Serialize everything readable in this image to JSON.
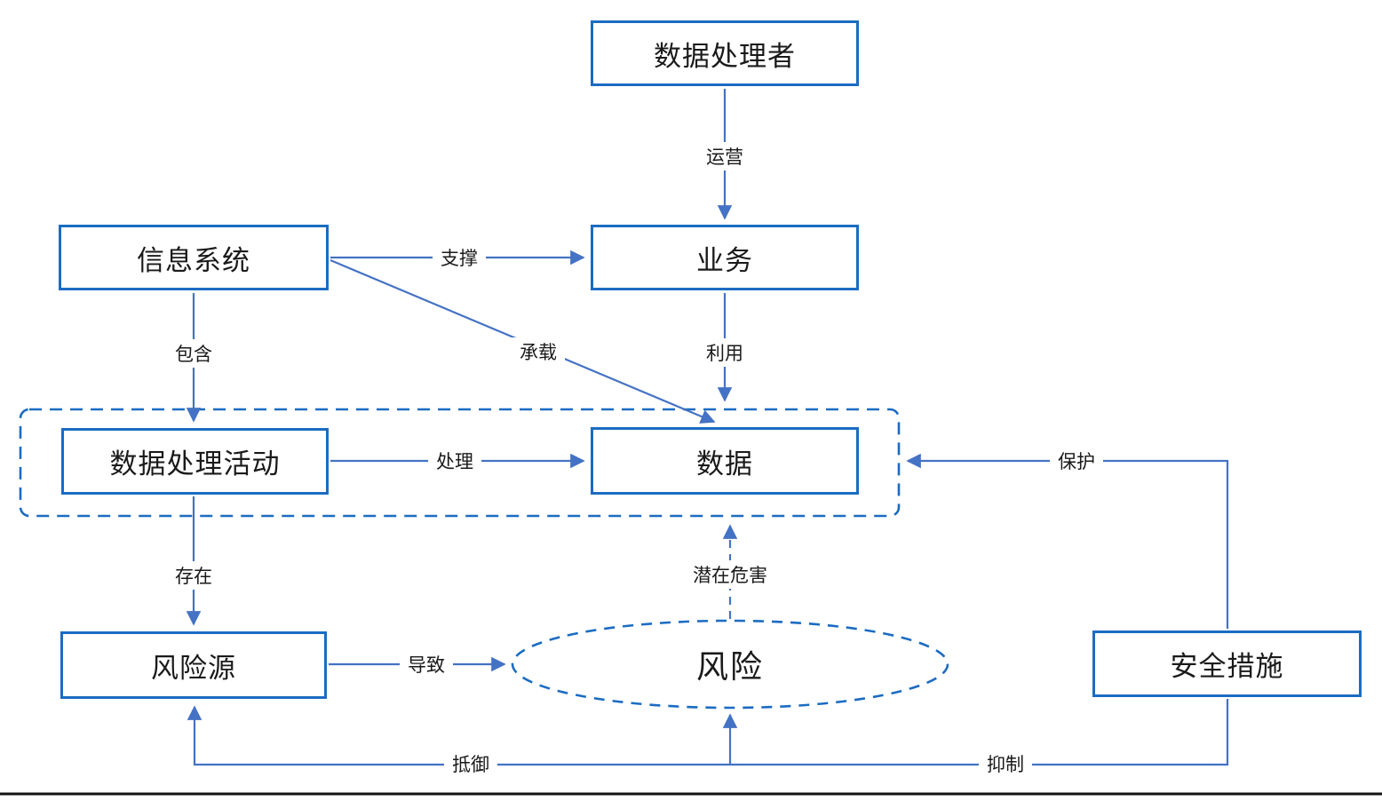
{
  "diagram": {
    "title_hint": "data-security-risk-relationship-diagram",
    "colors": {
      "node_border": "#1b6cc2",
      "connector": "#4472c4",
      "dashed_outline": "#1b6cc2",
      "text": "#1a1a1a",
      "bottom_rule": "#111111"
    },
    "nodes": {
      "data_processor": {
        "label": "数据处理者",
        "shape": "rect"
      },
      "information_system": {
        "label": "信息系统",
        "shape": "rect"
      },
      "business": {
        "label": "业务",
        "shape": "rect"
      },
      "data_processing_activity": {
        "label": "数据处理活动",
        "shape": "rect"
      },
      "data": {
        "label": "数据",
        "shape": "rect"
      },
      "risk_source": {
        "label": "风险源",
        "shape": "rect"
      },
      "risk": {
        "label": "风险",
        "shape": "dashed-ellipse"
      },
      "security_measures": {
        "label": "安全措施",
        "shape": "rect"
      }
    },
    "edges": {
      "operate": {
        "label": "运营",
        "from": "data_processor",
        "to": "business"
      },
      "support": {
        "label": "支撑",
        "from": "information_system",
        "to": "business"
      },
      "contain": {
        "label": "包含",
        "from": "information_system",
        "to": "data_processing_activity"
      },
      "carry": {
        "label": "承载",
        "from": "information_system",
        "to": "data"
      },
      "utilize": {
        "label": "利用",
        "from": "business",
        "to": "data"
      },
      "process": {
        "label": "处理",
        "from": "data_processing_activity",
        "to": "data"
      },
      "exist": {
        "label": "存在",
        "from": "data_processing_activity",
        "to": "risk_source"
      },
      "lead_to": {
        "label": "导致",
        "from": "risk_source",
        "to": "risk"
      },
      "potential_harm": {
        "label": "潜在危害",
        "from": "risk",
        "to": "data"
      },
      "protect": {
        "label": "保护",
        "from": "security_measures",
        "to": "data"
      },
      "resist": {
        "label": "抵御",
        "from": "security_measures",
        "to": "risk_source"
      },
      "suppress": {
        "label": "抑制",
        "from": "security_measures",
        "to": "risk"
      }
    }
  }
}
